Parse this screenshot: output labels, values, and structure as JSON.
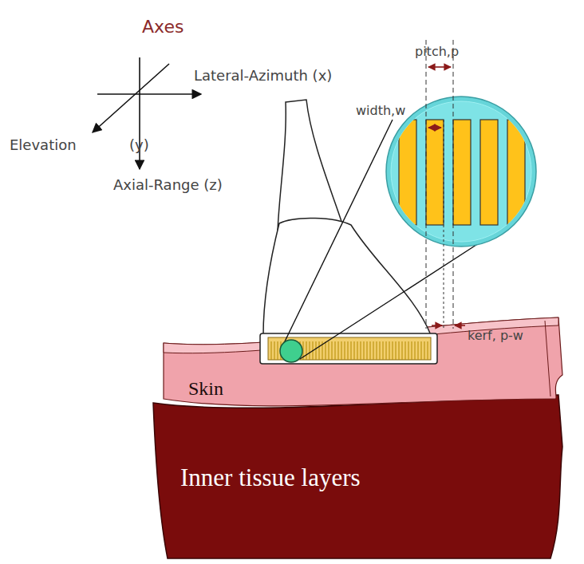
{
  "diagram": {
    "nodes": [
      {
        "text": [
          "Skin"
        ]
      },
      {
        "text": [
          "Inner tissue layers"
        ]
      }
    ],
    "labels": [
      "Axes",
      "Lateral-Azimuth (x)",
      "Elevation",
      "(y)",
      "Axial-Range (z)",
      "pitch,p",
      "width,w",
      "kerf, p-w"
    ]
  }
}
